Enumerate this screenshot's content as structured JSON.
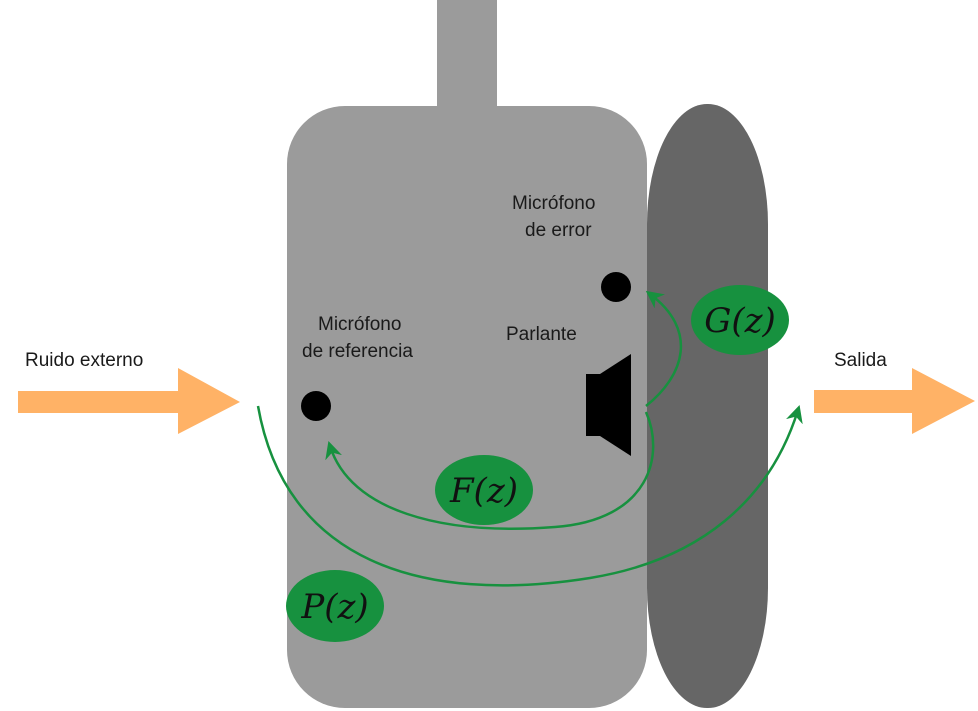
{
  "labels": {
    "ruido_externo": "Ruido externo",
    "salida": "Salida",
    "microfono_referencia_line1": "Micrófono",
    "microfono_referencia_line2": "de referencia",
    "microfono_error_line1": "Micrófono",
    "microfono_error_line2": "de error",
    "parlante": "Parlante"
  },
  "transfer_functions": {
    "F": "F(z)",
    "G": "G(z)",
    "P": "P(z)"
  },
  "colors": {
    "housing": "#9b9b9b",
    "cushion": "#666666",
    "arrow_fill": "#ffb266",
    "path_stroke": "#17913f",
    "tf_fill": "#17913f",
    "component": "#000000"
  }
}
